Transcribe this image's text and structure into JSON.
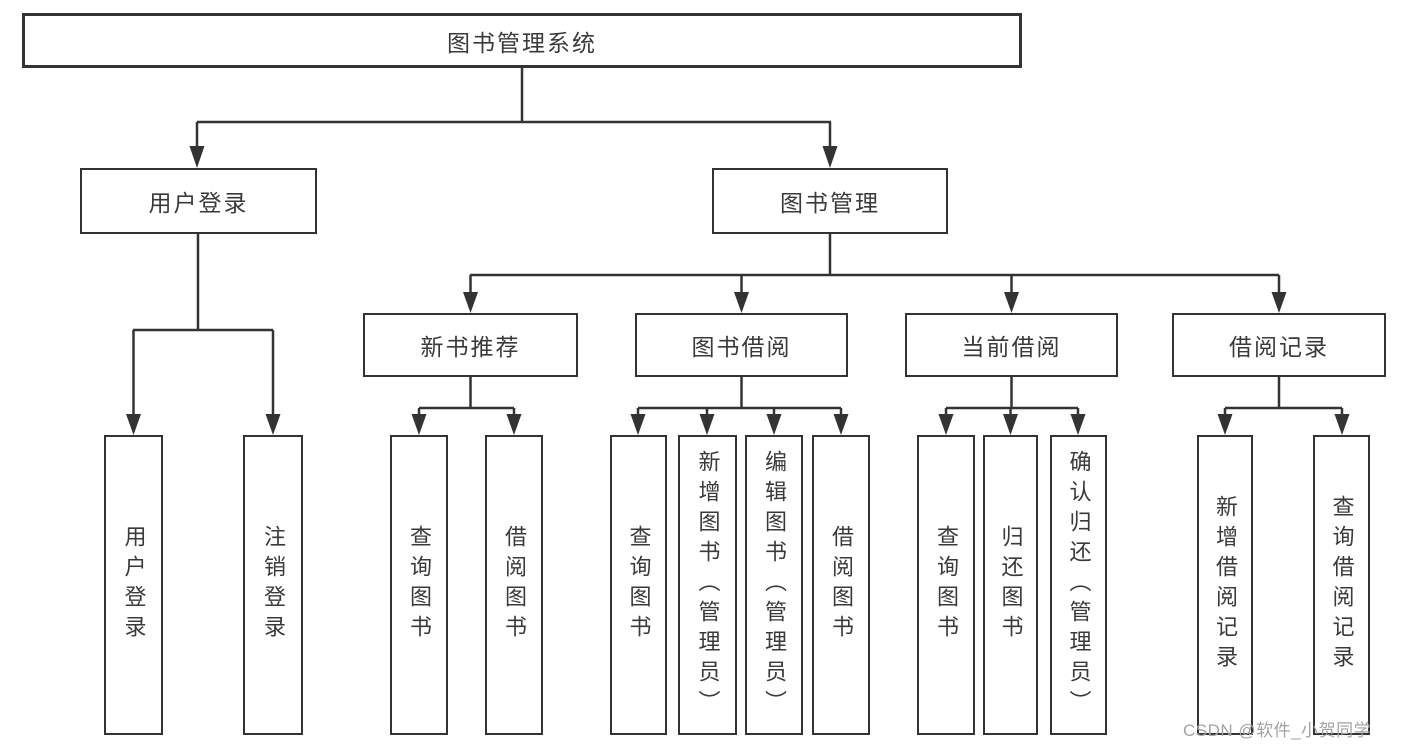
{
  "diagram_title": "图书管理系统",
  "tree": {
    "label": "图书管理系统",
    "children": [
      {
        "label": "用户登录",
        "children": [
          {
            "label": "用户登录"
          },
          {
            "label": "注销登录"
          }
        ]
      },
      {
        "label": "图书管理",
        "children": [
          {
            "label": "新书推荐",
            "children": [
              {
                "label": "查询图书"
              },
              {
                "label": "借阅图书"
              }
            ]
          },
          {
            "label": "图书借阅",
            "children": [
              {
                "label": "查询图书"
              },
              {
                "label": "新增图书（管理员）"
              },
              {
                "label": "编辑图书（管理员）"
              },
              {
                "label": "借阅图书"
              }
            ]
          },
          {
            "label": "当前借阅",
            "children": [
              {
                "label": "查询图书"
              },
              {
                "label": "归还图书"
              },
              {
                "label": "确认归还（管理员）"
              }
            ]
          },
          {
            "label": "借阅记录",
            "children": [
              {
                "label": "新增借阅记录"
              },
              {
                "label": "查询借阅记录"
              }
            ]
          }
        ]
      }
    ]
  },
  "watermark": {
    "text": "CSDN @软件_小贺同学"
  },
  "colors": {
    "line": "#333333",
    "box_border": "#333333",
    "box_fill": "#ffffff",
    "text": "#3a3a3a",
    "watermark": "#a2a2a2",
    "background": "#ffffff"
  }
}
